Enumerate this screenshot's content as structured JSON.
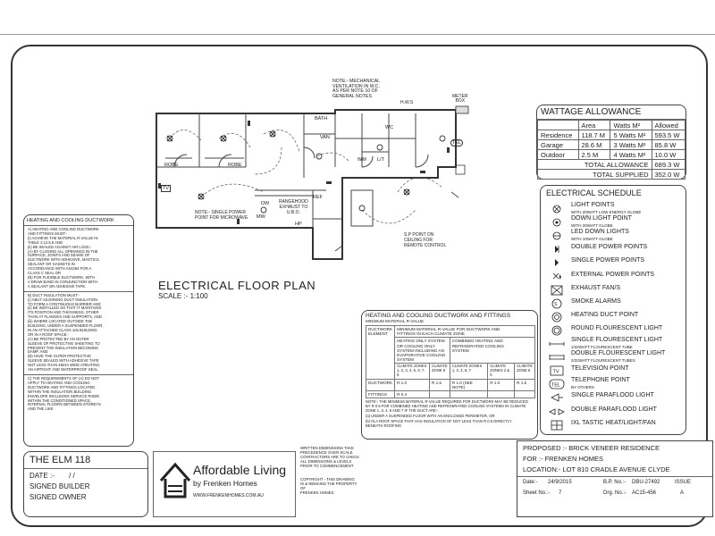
{
  "plan": {
    "title": "ELECTRICAL FLOOR PLAN",
    "scale": "SCALE :- 1:100",
    "notes": {
      "mech_vent": "NOTE:- MECHANICAL\nVENTILATION IN W.C.\nAS PER NOTE 10 OF\nGENERAL NOTES",
      "microwave": "NOTE:- SINGLE POWER\nPOINT FOR MICROWAVE",
      "rangehood": "RANGEHOOD\nEXHAUST TO\nU.B.O.",
      "split": "S.P POINT ON\nCEILING FOR\nREMOTE CONTROL",
      "meter_box": "METER\nBOX",
      "hws": "H.W.S"
    },
    "rooms": [
      "ROBE",
      "ROBE",
      "BATH",
      "VAN",
      "WC",
      "WM",
      "L/T",
      "REF",
      "MW",
      "DW",
      "HP",
      "TV",
      "TEL"
    ]
  },
  "wattage": {
    "title": "WATTAGE ALLOWANCE",
    "headers": [
      "",
      "Area",
      "Watts M²",
      "Allowed"
    ],
    "rows": [
      [
        "Residence",
        "118.7 M",
        "5 Watts M²",
        "593.5 W"
      ],
      [
        "Garage",
        "28.6 M",
        "3 Watts M²",
        "85.8 W"
      ],
      [
        "Outdoor",
        "2.5 M",
        "4 Watts M²",
        "10.0 W"
      ]
    ],
    "total_allowance_label": "TOTAL ALLOWANCE",
    "total_allowance": "689.3 W",
    "total_supplied_label": "TOTAL SUPPLIED",
    "total_supplied": "352.0 W"
  },
  "schedule": {
    "title": "ELECTRICAL SCHEDULE",
    "items": [
      {
        "label": "LIGHT POINTS",
        "sub": "WITH 20watt LOW ENERGY GLOBE",
        "icon": "light-point-icon"
      },
      {
        "label": "DOWN LIGHT POINT",
        "sub": "WITH 20watt GLOBE",
        "icon": "down-light-icon"
      },
      {
        "label": "LED DOWN LIGHTS",
        "sub": "WITH 10watt GLOBE",
        "icon": "led-down-light-icon"
      },
      {
        "label": "DOUBLE POWER POINTS",
        "sub": "",
        "icon": "double-power-point-icon"
      },
      {
        "label": "SINGLE POWER POINTS",
        "sub": "",
        "icon": "single-power-point-icon"
      },
      {
        "label": "EXTERNAL POWER POINTS",
        "sub": "",
        "icon": "external-power-point-icon"
      },
      {
        "label": "EXHAUST FAN/S",
        "sub": "",
        "icon": "exhaust-fan-icon"
      },
      {
        "label": "SMOKE ALARMS",
        "sub": "",
        "icon": "smoke-alarm-icon"
      },
      {
        "label": "HEATING DUCT POINT",
        "sub": "",
        "icon": "heating-duct-icon"
      },
      {
        "label": "ROUND FLOURESCENT LIGHT",
        "sub": "",
        "icon": "round-fluorescent-icon"
      },
      {
        "label": "SINGLE FLOURESCENT LIGHT",
        "sub": "1/32watt FLOURESCENT TUBE",
        "icon": "single-fluorescent-icon"
      },
      {
        "label": "DOUBLE FLOURESCENT LIGHT",
        "sub": "2/32watt FLOURESCENT TUBES",
        "icon": "double-fluorescent-icon"
      },
      {
        "label": "TELEVISION POINT",
        "sub": "",
        "icon": "tv-point-icon"
      },
      {
        "label": "TELEPHONE POINT",
        "sub": "BY OTHERS",
        "icon": "telephone-point-icon"
      },
      {
        "label": "SINGLE PARAFLOOD LIGHT",
        "sub": "",
        "icon": "single-paraflood-icon"
      },
      {
        "label": "DOUBLE PARAFLOOD LIGHT",
        "sub": "",
        "icon": "double-paraflood-icon"
      },
      {
        "label": "IXL TASTIC HEAT/LIGHT/FAN",
        "sub": "",
        "icon": "ixl-tastic-icon"
      }
    ]
  },
  "duct_notes": {
    "title": "HEATING AND COOLING DUCTWORK",
    "a": "A) HEATING AND COOLING DUCTWORK\nAND FITTINGS MUST:-\n(i) ACHIEVE THE MATERIAL R-VALUE IN\nTABLE 3.12.5.8 AND\n(ii) BE SEALED AGAINST AIR LOSS:-\n(A) BY CLOSING ALL OPENINGS IN THE\nSURFACE, JOINTS AND SEAMS OF\nDUCTWORK WITH ADHESIVE, MASTICS,\nSEALANT OR GASKETS IN\nACCORDANCE WITH AS4254 FOR A\nCLASS C SEAL OR\n(B) FOR FLEXIBLE DUCTWORK, WITH\nA DRAW BAND IN CONJUNCTION WITH\nA SEALANT OR ADHESIVE TAPE.",
    "b": "B) DUCT INSULATION MUST:-\n(i) ABUT ADJOINING DUCT INSULATION\nTO FORM A CONTINUOUS BARRIER AND\n(ii) BE INSTALLED SO THAT IT MAINTAINS\nITS POSITION AND THICKNESS, OTHER\nTHAN AT FLANGES AND SUPPORTS, AND\n(iii) WHERE LOCATED OUTSIDE THE\nBUILDING, UNDER A SUSPENDED FLOOR,\nIN AN ATTACHED CLASS 10a BUILDING\nOR IN A ROOF SPACE:-\n(A) BE PROTECTED BY AN OUTER\nSLEEVE OF PROTECTIVE SHEETING TO\nPREVENT THE INSULATION BECOMING\nDAMP, AND\n(B) HAVE THE OUTER PROTECTIVE\nSLEEVE SEALED WITH ADHESIVE TAPE\nNOT LESS THAN 48mm WIDE CREATING\nAN AIRTIGHT AND WATERPROOF SEAL.",
    "c": "C) THE REQUIREMENTS OF (A) DO NOT\nAPPLY TO HEATING AND COOLING\nDUCTWORK AND FITTINGS LOCATED\nWITHIN THE INSULATION BUILDING\nENVELOPE INCLUDING SERVICE RISER\nWITHIN THE CONDITIONED SPACE,\nINTERNAL FLOORS BETWEEN STOREYS\nAND THE LIKE"
  },
  "hc_table": {
    "title": "HEATING AND COOLING DUCTWORK AND FITTINGS",
    "subtitle": "MINIMUM MATERIAL R-VALUE",
    "head_main": "MINIMUM MATERIAL R-VALUE FOR DUCTWORK AND\nFITTINGS IN EACH CLIMATE ZONE",
    "element": "DUCTWORK\nELEMENT",
    "col_a": "HEATING ONLY SYSTEM\nOR COOLING ONLY\nSYSTEM INCLUDING AN\nEVAPORATIVE COOLING\nSYSTEM",
    "col_b": "COMBINED HEATING AND\nREFRIGERATED COOLING\nSYSTEM",
    "zones": [
      "CLIMATE ZONES\n1, 2, 3, 4, 5, 6, 7, 8",
      "CLIMATE\nZONE 8",
      "CLIMATE ZONES\n1, 3, 4, 6, 7",
      "CLIMATE\nZONES 2 & 5",
      "CLIMATE\nZONE 8"
    ],
    "rows": [
      [
        "DUCTWORK",
        "R 1.0",
        "R 1.5",
        "R 1.0 (SEE NOTE)",
        "R 1.0",
        "R 1.5"
      ],
      [
        "FITTINGS",
        "R 0.4",
        "",
        "",
        "",
        ""
      ]
    ],
    "note": "NOTE:- THE MINIMUM MATERIAL R-VALUE REQUIRED FOR DUCTWORK MAY BE REDUCED\nBY R 0.5 FOR COMBINED HEATING AND REFRIGERATED COOLING SYSTEMS IN CLIMATE\nZONE 1, 3, 4, 6 AND 7 IF THE DUCT ARE:-",
    "note_a": "(a) UNDER A SUSPENDED FLOOR WITH AN ENCLOSED PERIMETER, OR",
    "note_b": "(b) IN A ROOF SPACE THAT HAS INSULATION OF NOT LESS THAN R 0.5 DIRECTLY\nBENEATH ROOFING"
  },
  "title_block": {
    "job": "THE ELM 118",
    "date_label": "DATE :-",
    "date_value": "/  /",
    "signed_builder": "SIGNED BUILDER",
    "signed_owner": "SIGNED OWNER",
    "logo_main": "Affordable Living",
    "logo_sub": "by Frenken Homes",
    "logo_url": "WWW.FRENKENHOMES.COM.AU",
    "dimension_note": "WRITTEN DIMENSIONS TAKE\nPRECEDENCE OVER SCALE.\nCONTRACTORS ARE TO CHECK\nALL DIMENSIONS & LEVELS\nPRIOR TO COMMENCEMENT",
    "copyright_note": "COPYRIGHT - THIS DRAWING\nIS & REMAINS THE PROPERTY OF\nFRENKEN HOMES",
    "proposed": "PROPOSED :- BRICK VENEER RESIDENCE",
    "for": "FOR :- FRENKEN HOMES",
    "location": "LOCATION:- LOT 810 CRADLE AVENUE CLYDE",
    "date_field_label": "Date:-",
    "date_field": "24/9/2015",
    "bp_label": "B.P. No.:-",
    "bp": "DBU-27492",
    "issue_label": "ISSUE",
    "issue": "A",
    "sheet_label": "Sheet No.:-",
    "sheet": "7",
    "drg_label": "Drg. No.:-",
    "drg": "AC15-456"
  }
}
